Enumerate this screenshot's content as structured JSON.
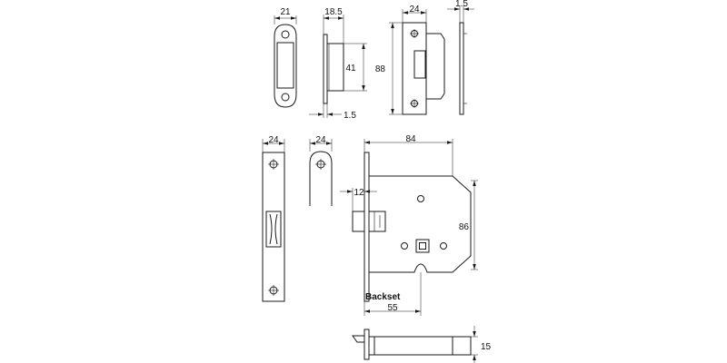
{
  "dimensions": {
    "striker_width": "21",
    "striker_depth": "18.5",
    "keep_height": "41",
    "keep_plate_thickness": "1.5",
    "latch_plate_width": "24",
    "latch_plate_thickness": "1.5",
    "latch_plate_height": "88",
    "forend_width": "24",
    "forend_alt_width": "24",
    "lock_case_depth": "84",
    "bolt_throw": "12",
    "lock_case_height": "86",
    "backset_label": "Backset",
    "backset_value": "55",
    "bolt_thickness": "15"
  }
}
